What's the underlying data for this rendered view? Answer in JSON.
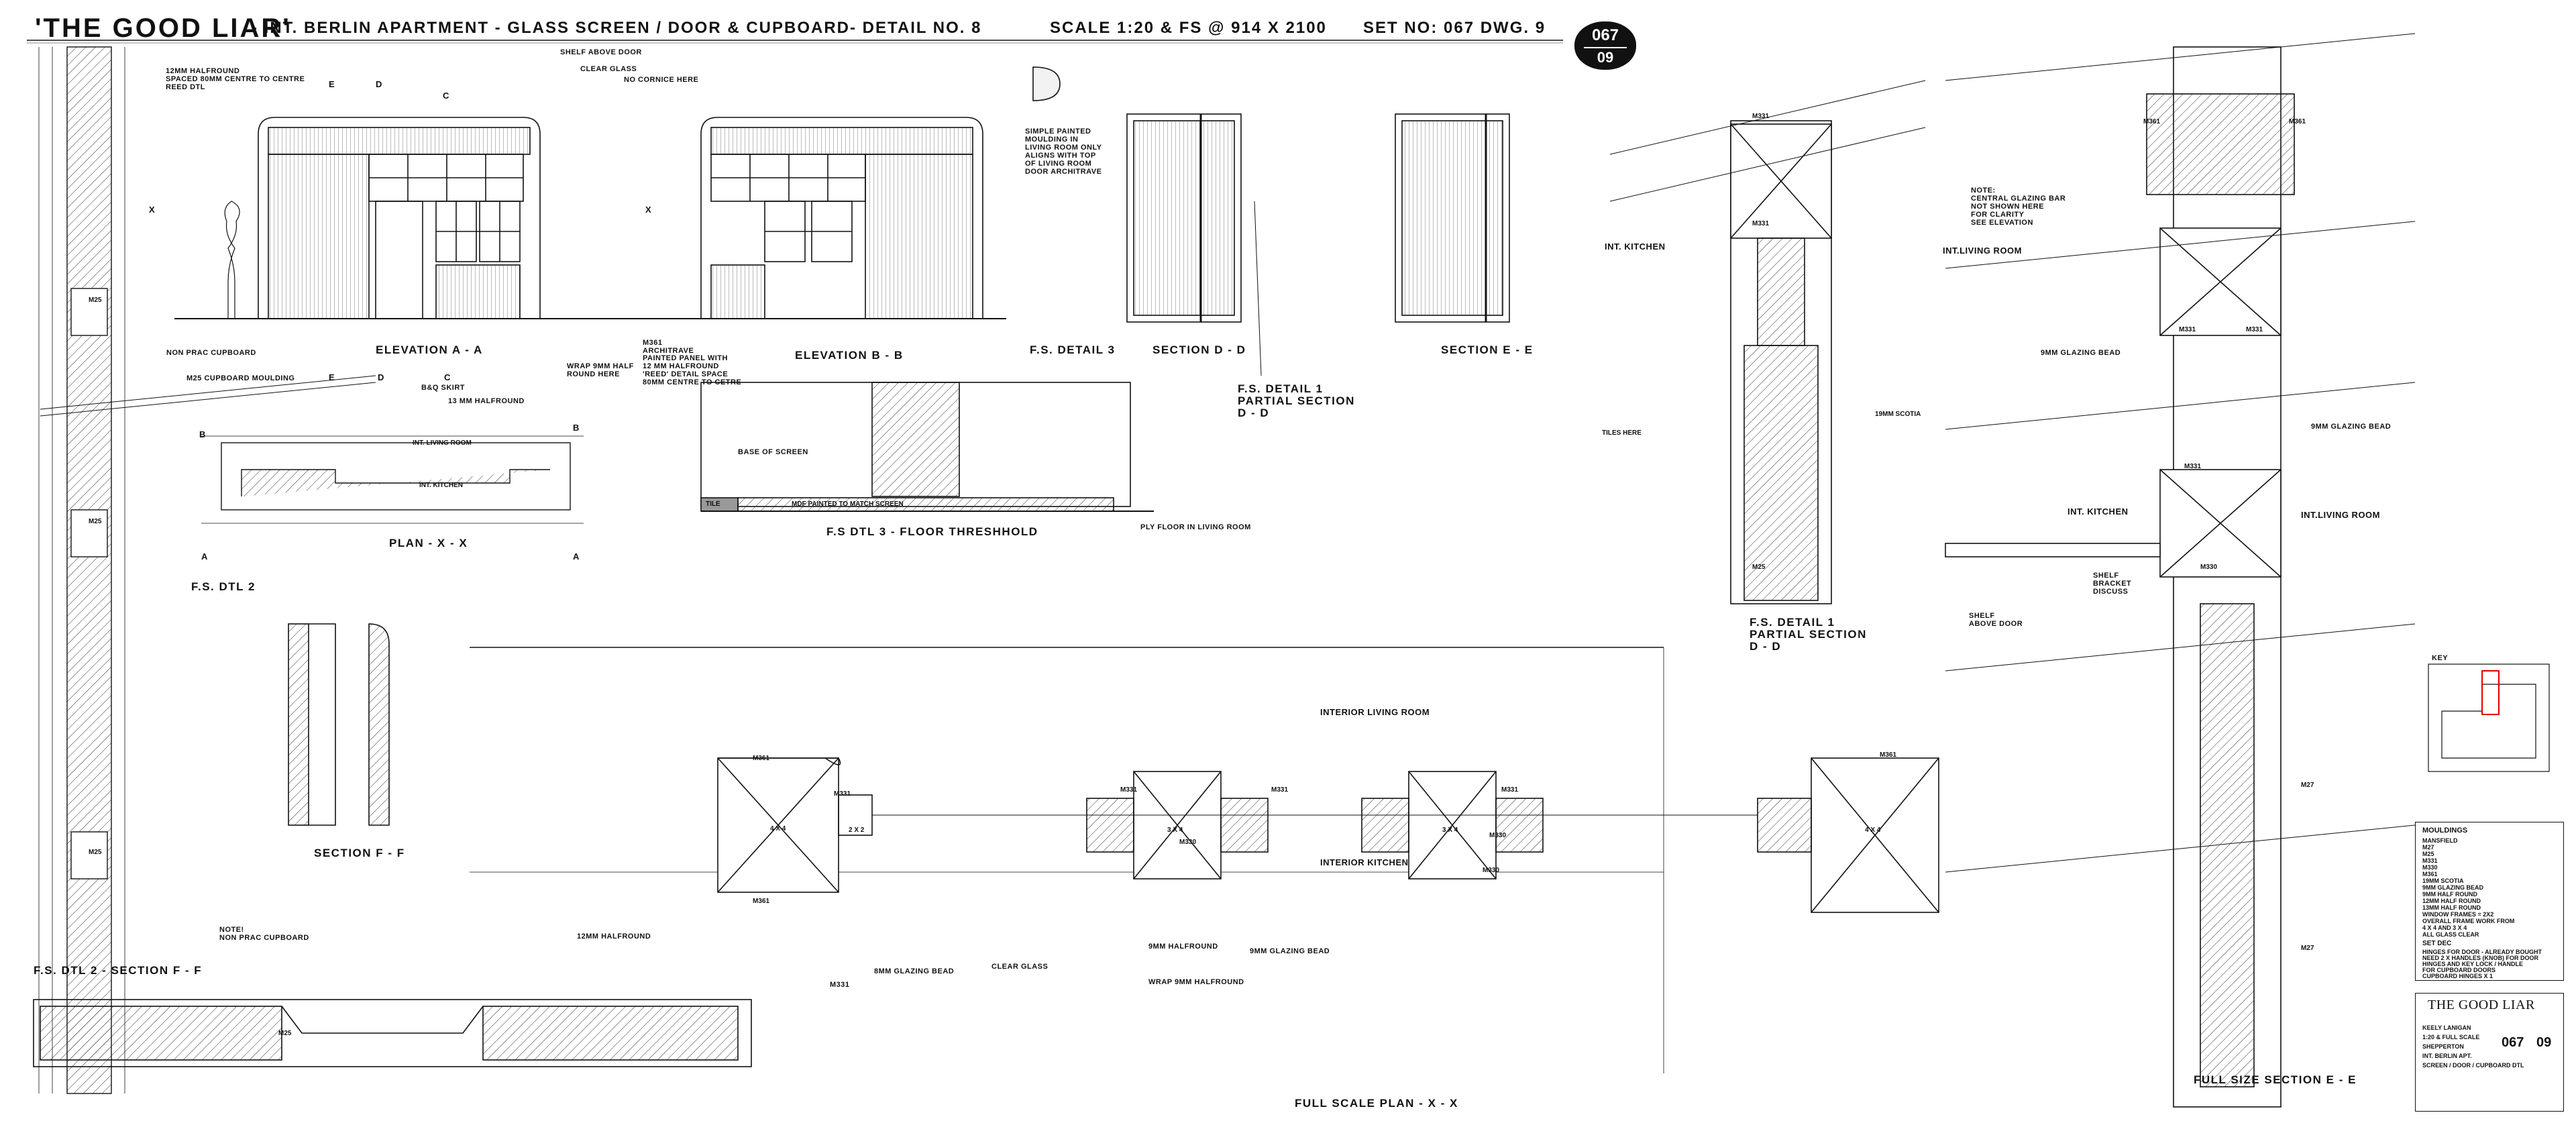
{
  "header": {
    "title": "'THE GOOD LIAR'",
    "subtitle": "- INT. BERLIN APARTMENT  - GLASS SCREEN / DOOR & CUPBOARD- DETAIL NO. 8",
    "scale": "SCALE   1:20 & FS @ 914  X  2100",
    "set_no": "SET NO: 067   DWG. 9",
    "badge_top": "067",
    "badge_bottom": "09"
  },
  "captions": {
    "elevation_aa": "ELEVATION  A - A",
    "elevation_bb": "ELEVATION  B - B",
    "fs_detail_3": "F.S. DETAIL 3",
    "section_dd": "SECTION  D - D",
    "section_ee": "SECTION  E - E",
    "fs_detail_1_a": "F.S. DETAIL 1",
    "fs_detail_1_b": "PARTIAL SECTION",
    "fs_detail_1_c": "D - D",
    "plan_xx": "PLAN - X - X",
    "fs_dtl3_floor": "F.S DTL 3 -  FLOOR THRESHHOLD",
    "fs_dtl2": "F.S. DTL 2",
    "section_ff": "SECTION  F - F",
    "fs_dtl2_section": "F.S. DTL 2 - SECTION  F - F",
    "full_scale_plan": "FULL SCALE  PLAN - X - X",
    "full_size_section": "FULL SIZE SECTION E - E"
  },
  "notes": {
    "halfround_spaced": "12MM HALFROUND\nSPACED 80MM CENTRE TO CENTRE\nREED DTL",
    "shelf_above_door": "SHELF ABOVE DOOR",
    "clear_glass": "CLEAR GLASS",
    "no_cornice": "NO CORNICE HERE",
    "simple_moulding": "SIMPLE PAINTED\nMOULDING IN\nLIVING ROOM ONLY\nALIGNS WITH TOP\nOF LIVING ROOM\nDOOR ARCHITRAVE",
    "non_prac_cupboard": "NON PRAC CUPBOARD",
    "m25_moulding": "M25 CUPBOARD MOULDING",
    "bq_skirt": "B&Q SKIRT",
    "wrap_halfround": "WRAP 9MM HALF\nROUND HERE",
    "halfround_13": "13 MM HALFROUND",
    "m361_architrave": "M361\nARCHITRAVE",
    "painted_panel": "PAINTED PANEL WITH\n12 MM HALFROUND\n'REED' DETAIL SPACE\n80MM CENTRE TO CETRE",
    "int_kitchen_ee": "INT.  KITCHEN",
    "int_living_room_plan": "INT. LIVING ROOM",
    "int_kitchen_plan": "INT. KITCHEN",
    "base_of_screen": "BASE OF SCREEN",
    "tile": "TILE",
    "mdf_painted": "MDF PAINTED TO MATCH SCREEN",
    "ply_floor": "PLY FLOOR IN LIVING ROOM",
    "interior_living_room": "INTERIOR LIVING ROOM",
    "interior_kitchen": "INTERIOR KITCHEN",
    "note_non_prac": "NOTE!\nNON PRAC CUPBOARD",
    "halfround_12": "12MM HALFROUND",
    "m331": "M331",
    "glazing_bead_8": "8MM GLAZING BEAD",
    "clear_glass_plan": "CLEAR GLASS",
    "halfround_9": "9MM HALFROUND",
    "wrap_9": "WRAP 9MM HALFROUND",
    "glazing_bead_9": "9MM GLAZING BEAD",
    "tiles_here": "TILES HERE",
    "scotia_19": "19MM SCOTIA",
    "note_central": "NOTE:\nCENTRAL GLAZING BAR\nNOT SHOWN HERE\nFOR CLARITY\nSEE ELEVATION",
    "int_living_room_right": "INT.LIVING ROOM",
    "glazing_bead_right": "9MM GLAZING BEAD",
    "int_kitchen_right": "INT.  KITCHEN",
    "int_living_room_right2": "INT.LIVING ROOM",
    "shelf_bracket": "SHELF\nBRACKET\nDISCUSS",
    "shelf_above_door_right": "SHELF\nABOVE DOOR",
    "key": "KEY"
  },
  "tags": [
    "M25",
    "M25",
    "M25",
    "M25",
    "M361",
    "M361",
    "M331",
    "M331",
    "M331",
    "M331",
    "M361",
    "M331",
    "M331",
    "M25",
    "M361",
    "M361",
    "M331",
    "M331",
    "M331",
    "M27",
    "M27",
    "M330",
    "M330",
    "M330",
    "M330"
  ],
  "markers": [
    "X",
    "X",
    "D",
    "E",
    "C",
    "E",
    "D",
    "C",
    "B",
    "B",
    "A",
    "A"
  ],
  "plan_labels": [
    "4 X 4",
    "2 X 2",
    "3 X 4",
    "3 X 4",
    "4 X 4"
  ],
  "mouldings": {
    "title": "MOULDINGS",
    "items": [
      "MANSFIELD",
      "M27",
      "M25",
      "M331",
      "M330",
      "M361",
      "19MM SCOTIA",
      "9MM GLAZING BEAD",
      "9MM HALF ROUND",
      "12MM HALF ROUND",
      "13MM HALF ROUND",
      "WINDOW FRAMES = 2X2",
      "OVERALL FRAME WORK FROM",
      "4 X 4 AND 3 X 4",
      "ALL GLASS CLEAR"
    ],
    "set_dec_title": "SET DEC",
    "set_dec_items": [
      "HINGES FOR DOOR - ALREADY BOUGHT",
      "NEED 2 X HANDLES (KNOB) FOR DOOR",
      "HINGES AND KEY LOCK / HANDLE",
      "FOR CUPBOARD DOORS",
      "CUPBOARD HINGES X 1"
    ]
  },
  "title_block": {
    "production": "THE GOOD LIAR",
    "designer": "KEELY LANIGAN",
    "scale": "1:20 & FULL SCALE",
    "studio": "SHEPPERTON",
    "set": "INT. BERLIN APT.",
    "drawing": "SCREEN / DOOR / CUPBOARD DTL",
    "set_no": "067",
    "dwg_no": "09"
  }
}
